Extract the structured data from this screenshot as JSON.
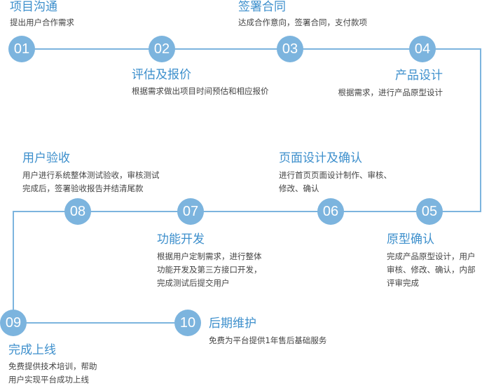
{
  "steps": [
    {
      "number": "01",
      "title": "项目沟通",
      "desc": [
        "提出用户合作需求"
      ]
    },
    {
      "number": "02",
      "title": "评估及报价",
      "desc": [
        "根据需求做出项目时间预估和相应报价"
      ]
    },
    {
      "number": "03",
      "title": "签署合同",
      "desc": [
        "达成合作意向，签署合同，支付款项"
      ]
    },
    {
      "number": "04",
      "title": "产品设计",
      "desc": [
        "根据需求，进行产品原型设计"
      ]
    },
    {
      "number": "05",
      "title": "原型确认",
      "desc": [
        "完成产品原型设计，用户",
        "审核、修改、确认，内部",
        "评审完成"
      ]
    },
    {
      "number": "06",
      "title": "页面设计及确认",
      "desc": [
        "进行首页页面设计制作、审核、",
        "修改、确认"
      ]
    },
    {
      "number": "07",
      "title": "功能开发",
      "desc": [
        "根据用户定制需求，进行整体",
        "功能开发及第三方接口开发，",
        "完成测试后提交用户"
      ]
    },
    {
      "number": "08",
      "title": "用户验收",
      "desc": [
        "用户进行系统整体测试验收，审核测试",
        "完成后，签署验收报告并结清尾款"
      ]
    },
    {
      "number": "09",
      "title": "完成上线",
      "desc": [
        "免费提供技术培训，帮助",
        "用户实现平台成功上线"
      ]
    },
    {
      "number": "10",
      "title": "后期维护",
      "desc": [
        "免费为平台提供1年售后基础服务"
      ]
    }
  ],
  "colors": {
    "accent": "#7cb4de",
    "title": "#3d8fcc",
    "text": "#444444",
    "line": "#7cb4de"
  }
}
